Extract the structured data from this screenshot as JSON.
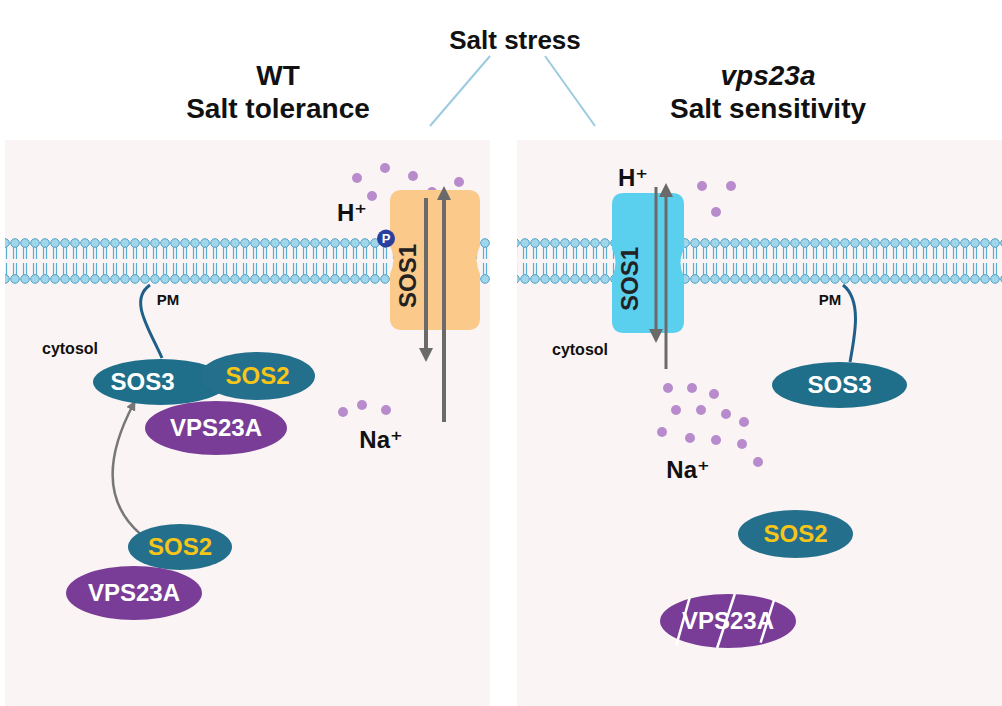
{
  "diagram": {
    "title": "Salt stress",
    "nodes": [
      {
        "text": [
          "SOS1"
        ]
      },
      {
        "text": [
          "SOS3"
        ]
      },
      {
        "text": [
          "SOS2"
        ]
      },
      {
        "text": [
          "VPS23A"
        ]
      },
      {
        "text": [
          "SOS2"
        ]
      },
      {
        "text": [
          "VPS23A"
        ]
      },
      {
        "text": [
          "SOS1"
        ]
      },
      {
        "text": [
          "SOS3"
        ]
      },
      {
        "text": [
          "SOS2"
        ]
      },
      {
        "text": [
          "VPS23A"
        ]
      }
    ],
    "edges": [
      {
        "from": 4,
        "to": 1,
        "arrow": "to"
      }
    ],
    "labels": [
      "WT",
      "Salt tolerance",
      "vps23a",
      "Salt sensitivity",
      "H⁺",
      "P",
      "PM",
      "cytosol",
      "Na⁺",
      "H⁺",
      "PM",
      "cytosol",
      "Na⁺"
    ]
  }
}
